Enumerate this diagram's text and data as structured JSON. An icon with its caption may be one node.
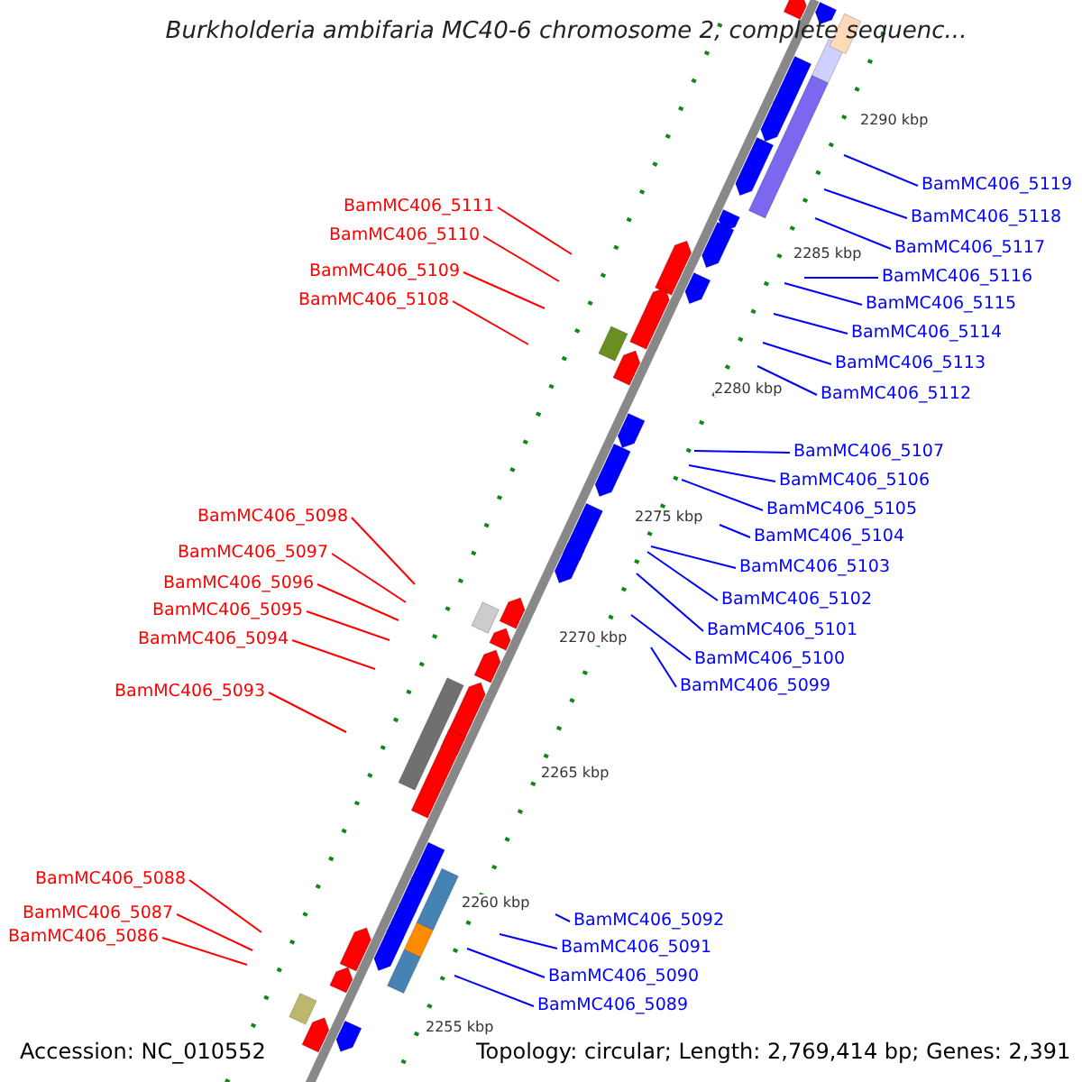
{
  "diagram": {
    "title": "Burkholderia ambifaria MC40-6 chromosome 2, complete sequenc...",
    "nodes": [
      {
        "text": [
          "BamMC406_5111"
        ]
      },
      {
        "text": [
          "BamMC406_5110"
        ]
      },
      {
        "text": [
          "BamMC406_5109"
        ]
      },
      {
        "text": [
          "BamMC406_5108"
        ]
      },
      {
        "text": [
          "BamMC406_5098"
        ]
      },
      {
        "text": [
          "BamMC406_5097"
        ]
      },
      {
        "text": [
          "BamMC406_5096"
        ]
      },
      {
        "text": [
          "BamMC406_5095"
        ]
      },
      {
        "text": [
          "BamMC406_5094"
        ]
      },
      {
        "text": [
          "BamMC406_5093"
        ]
      },
      {
        "text": [
          "BamMC406_5088"
        ]
      },
      {
        "text": [
          "BamMC406_5087"
        ]
      },
      {
        "text": [
          "BamMC406_5086"
        ]
      },
      {
        "text": [
          "BamMC406_5119"
        ]
      },
      {
        "text": [
          "BamMC406_5118"
        ]
      },
      {
        "text": [
          "BamMC406_5117"
        ]
      },
      {
        "text": [
          "BamMC406_5116"
        ]
      },
      {
        "text": [
          "BamMC406_5115"
        ]
      },
      {
        "text": [
          "BamMC406_5114"
        ]
      },
      {
        "text": [
          "BamMC406_5113"
        ]
      },
      {
        "text": [
          "BamMC406_5112"
        ]
      },
      {
        "text": [
          "BamMC406_5107"
        ]
      },
      {
        "text": [
          "BamMC406_5106"
        ]
      },
      {
        "text": [
          "BamMC406_5105"
        ]
      },
      {
        "text": [
          "BamMC406_5104"
        ]
      },
      {
        "text": [
          "BamMC406_5103"
        ]
      },
      {
        "text": [
          "BamMC406_5102"
        ]
      },
      {
        "text": [
          "BamMC406_5101"
        ]
      },
      {
        "text": [
          "BamMC406_5100"
        ]
      },
      {
        "text": [
          "BamMC406_5099"
        ]
      },
      {
        "text": [
          "BamMC406_5092"
        ]
      },
      {
        "text": [
          "BamMC406_5091"
        ]
      },
      {
        "text": [
          "BamMC406_5090"
        ]
      },
      {
        "text": [
          "BamMC406_5089"
        ]
      }
    ],
    "edges": [
      {
        "from": 0,
        "to": null,
        "arrow": "none",
        "color": "#ff0000"
      },
      {
        "from": 1,
        "to": null,
        "arrow": "none",
        "color": "#ff0000"
      },
      {
        "from": 2,
        "to": null,
        "arrow": "none",
        "color": "#ff0000"
      },
      {
        "from": 3,
        "to": null,
        "arrow": "none",
        "color": "#ff0000"
      },
      {
        "from": 4,
        "to": null,
        "arrow": "none",
        "color": "#ff0000"
      },
      {
        "from": 5,
        "to": null,
        "arrow": "none",
        "color": "#ff0000"
      },
      {
        "from": 6,
        "to": null,
        "arrow": "none",
        "color": "#ff0000"
      },
      {
        "from": 7,
        "to": null,
        "arrow": "none",
        "color": "#ff0000"
      },
      {
        "from": 8,
        "to": null,
        "arrow": "none",
        "color": "#ff0000"
      },
      {
        "from": 9,
        "to": null,
        "arrow": "none",
        "color": "#ff0000"
      },
      {
        "from": 10,
        "to": null,
        "arrow": "none",
        "color": "#ff0000"
      },
      {
        "from": 11,
        "to": null,
        "arrow": "none",
        "color": "#ff0000"
      },
      {
        "from": 12,
        "to": null,
        "arrow": "none",
        "color": "#ff0000"
      },
      {
        "from": 13,
        "to": null,
        "arrow": "none"
      },
      {
        "from": 14,
        "to": null,
        "arrow": "none"
      },
      {
        "from": 15,
        "to": null,
        "arrow": "none"
      },
      {
        "from": 16,
        "to": null,
        "arrow": "none"
      },
      {
        "from": 17,
        "to": null,
        "arrow": "none"
      },
      {
        "from": 18,
        "to": null,
        "arrow": "none"
      },
      {
        "from": 19,
        "to": null,
        "arrow": "none"
      },
      {
        "from": 20,
        "to": null,
        "arrow": "none"
      },
      {
        "from": 21,
        "to": null,
        "arrow": "none"
      },
      {
        "from": 22,
        "to": null,
        "arrow": "none"
      },
      {
        "from": 23,
        "to": null,
        "arrow": "none"
      },
      {
        "from": 24,
        "to": null,
        "arrow": "none"
      },
      {
        "from": 25,
        "to": null,
        "arrow": "none"
      },
      {
        "from": 26,
        "to": null,
        "arrow": "none"
      },
      {
        "from": 27,
        "to": null,
        "arrow": "none"
      },
      {
        "from": 28,
        "to": null,
        "arrow": "none"
      },
      {
        "from": 29,
        "to": null,
        "arrow": "none"
      },
      {
        "from": 30,
        "to": null,
        "arrow": "none"
      },
      {
        "from": 31,
        "to": null,
        "arrow": "none"
      },
      {
        "from": 32,
        "to": null,
        "arrow": "none"
      },
      {
        "from": 33,
        "to": null,
        "arrow": "none"
      }
    ],
    "labels": [
      "2290 kbp",
      "2285 kbp",
      "2280 kbp",
      "2275 kbp",
      "2270 kbp",
      "2265 kbp",
      "2260 kbp",
      "2255 kbp",
      "Accession: NC_010552",
      "Topology: circular; Length: 2,769,414 bp; Genes: 2,391"
    ]
  }
}
